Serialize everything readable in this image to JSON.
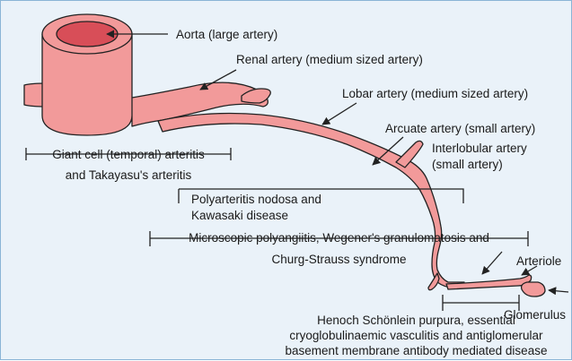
{
  "labels": {
    "aorta": "Aorta (large artery)",
    "renal": "Renal artery (medium sized artery)",
    "lobar": "Lobar artery (medium sized artery)",
    "arcuate": "Arcuate artery (small artery)",
    "interlobular_1": "Interlobular artery",
    "interlobular_2": "(small artery)",
    "arteriole": "Arteriole",
    "glomerulus": "Glomerulus"
  },
  "diseases": {
    "giant_cell_1": "Giant cell (temporal) arteritis",
    "giant_cell_2": "and Takayasu's arteritis",
    "pan_1": "Polyarteritis nodosa and",
    "pan_2": "Kawasaki disease",
    "mpa_1": "Microscopic polyangiitis, Wegener's granulomatosis and",
    "mpa_2": "Churg-Strauss syndrome",
    "hsp_1": "Henoch Schönlein purpura, essential",
    "hsp_2": "cryoglobulinaemic vasculitis and antiglomerular",
    "hsp_3": "basement membrane antibody mediated disease"
  },
  "colors": {
    "vessel_fill": "#f29a9a",
    "lumen_fill": "#d84e58",
    "outline": "#222222",
    "background": "#eaf2f9"
  }
}
